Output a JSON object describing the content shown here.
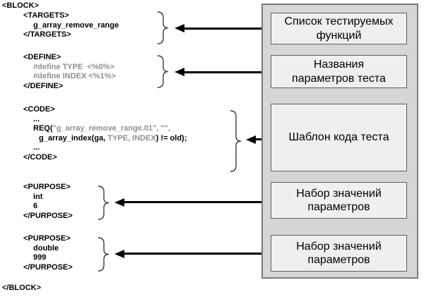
{
  "xml": {
    "block_open": "<BLOCK>",
    "block_close": "</BLOCK>",
    "targets": {
      "open": "<TARGETS>",
      "value": "g_array_remove_range",
      "close": "</TARGETS>"
    },
    "define": {
      "open": "<DEFINE>",
      "line1": "#define TYPE  <%0%>",
      "line2": "#define INDEX <%1%>",
      "close": "</DEFINE>"
    },
    "code": {
      "open": "<CODE>",
      "ellipsis_top": "...",
      "req_prefix": "REQ(",
      "req_args_gray": "\"g_array_remove_range.01\", \"\",",
      "line2_prefix": "g_array_index(ga, ",
      "line2_params_gray": "TYPE, INDEX",
      "line2_suffix": ") != old);",
      "ellipsis_bottom": "...",
      "close": "</CODE>"
    },
    "purpose1": {
      "open": "<PURPOSE>",
      "type": "int",
      "value": "6",
      "close": "</PURPOSE>"
    },
    "purpose2": {
      "open": "<PURPOSE>",
      "type": "double",
      "value": "999",
      "close": "</PURPOSE>"
    }
  },
  "panel": {
    "boxes": [
      {
        "line1": "Список тестируемых",
        "line2": "функций"
      },
      {
        "line1": "Названия",
        "line2": "параметров теста"
      },
      {
        "line1": "Шаблон кода теста"
      },
      {
        "line1": "Набор значений",
        "line2": "параметров"
      },
      {
        "line1": "Набор значений",
        "line2": "параметров"
      }
    ]
  },
  "colors": {
    "code-gray": "#8f8f8f",
    "brace-color": "#3c3c3c",
    "arrow-color": "#000000",
    "panel-fill": "#d6d6d6",
    "panel-border": "#7a7a7a",
    "box-fill": "#efefef",
    "box-border": "#5f5f5f"
  }
}
